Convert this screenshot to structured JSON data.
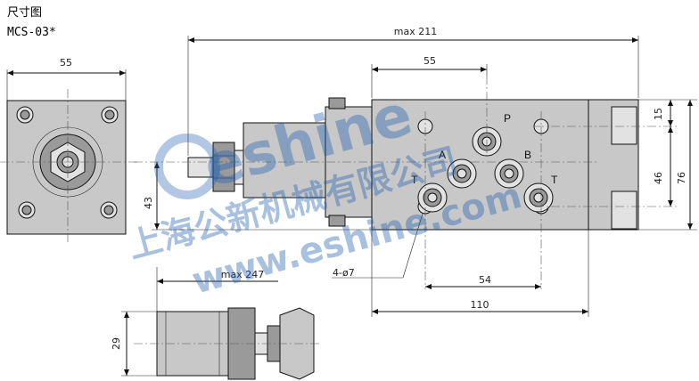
{
  "title": {
    "cn": "尺寸图",
    "model": "MCS-03*"
  },
  "dimensions": {
    "d55_left": "55",
    "d43": "43",
    "max211": "max 211",
    "d55_top": "55",
    "d15": "15",
    "d46": "46",
    "d76": "76",
    "d54": "54",
    "d110": "110",
    "holes": "4-ø7",
    "max247": "max 247",
    "d29": "29"
  },
  "ports": {
    "P": "P",
    "A": "A",
    "B": "B",
    "T_left": "T",
    "T_right": "T"
  },
  "watermark": {
    "brand": "eshine",
    "company": "上海公新机械有限公司",
    "url": "www.eshine.com"
  },
  "colors": {
    "body": "#c8c8c8",
    "dark": "#9a9a9a",
    "watermark": "#1f5fb0"
  }
}
